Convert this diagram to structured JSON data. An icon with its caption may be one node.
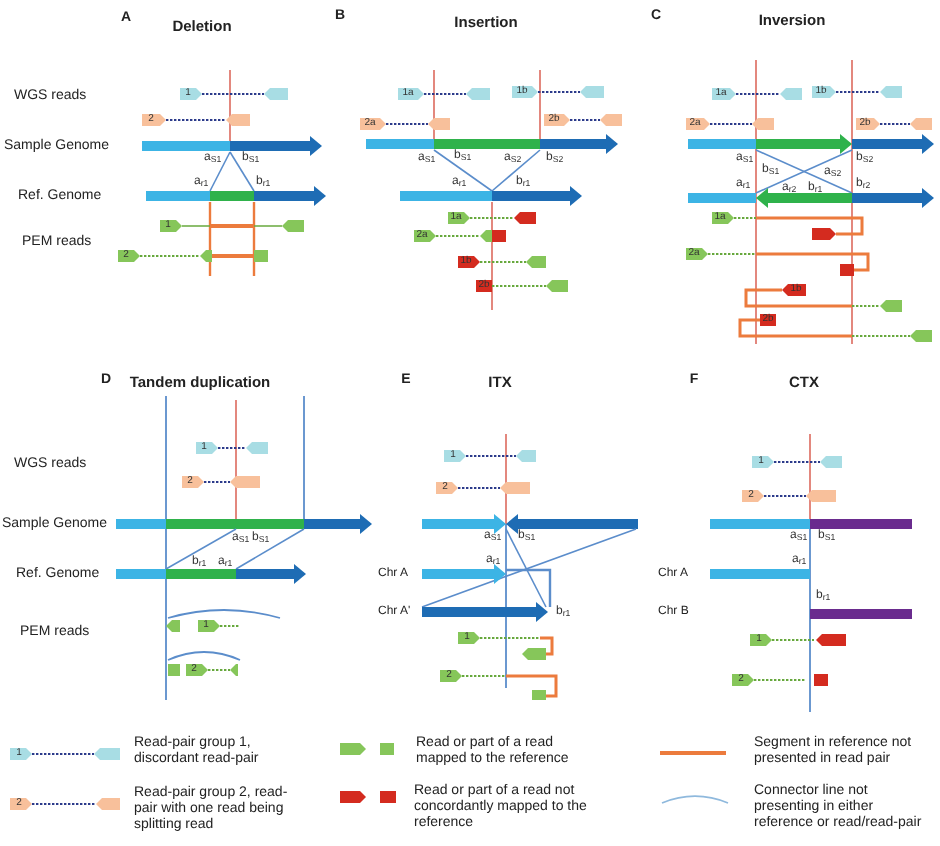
{
  "diagram": {
    "labels": [
      "A",
      "Deletion",
      "B",
      "Insertion",
      "C",
      "Inversion",
      "WGS reads",
      "Sample Genome",
      "Ref. Genome",
      "PEM reads",
      "1",
      "2",
      "a$_{S1}$",
      "b$_{S1}$",
      "a$_{r1}$",
      "b$_{r1}$",
      "1",
      "2",
      "1a",
      "1b",
      "2a",
      "2b",
      "a$_{S1}$",
      "b$_{S1}$",
      "a$_{S2}$",
      "b$_{S2}$",
      "a$_{r1}$",
      "b$_{r1}$",
      "1a",
      "2a",
      "1b",
      "2b",
      "1a",
      "1b",
      "2a",
      "2b",
      "a$_{S1}$",
      "b$_{S1}$",
      "a$_{S2}$",
      "b$_{S2}$",
      "a$_{r1}$",
      "a$_{r2}$",
      "b$_{r1}$",
      "b$_{r2}$",
      "1a",
      "2a",
      "1b",
      "2b",
      "D",
      "Tandem duplication",
      "E",
      "ITX",
      "F",
      "CTX",
      "WGS reads",
      "Sample Genome",
      "Ref. Genome",
      "PEM reads",
      "1",
      "2",
      "a$_{S1}$",
      "b$_{S1}$",
      "b$_{r1}$",
      "a$_{r1}$",
      "1",
      "2",
      "1",
      "2",
      "a$_{S1}$",
      "b$_{S1}$",
      "Chr A",
      "a$_{r1}$",
      "Chr A'",
      "b$_{r1}$",
      "1",
      "2",
      "1",
      "2",
      "a$_{S1}$",
      "b$_{S1}$",
      "Chr A",
      "a$_{r1}$",
      "Chr B",
      "b$_{r1}$",
      "1",
      "2",
      "1",
      "2"
    ],
    "legend": [
      {
        "text": "Read-pair group 1, discordant read-pair"
      },
      {
        "text": "Read-pair group 2, read-pair with one read being splitting read"
      },
      {
        "text": "Read or part of a read mapped to the reference"
      },
      {
        "text": "Read or part of a read not concordantly mapped to the reference"
      },
      {
        "text": "Segment in reference not presented in read pair"
      },
      {
        "text": "Connector line not presenting in either reference or read/read-pair"
      }
    ]
  }
}
